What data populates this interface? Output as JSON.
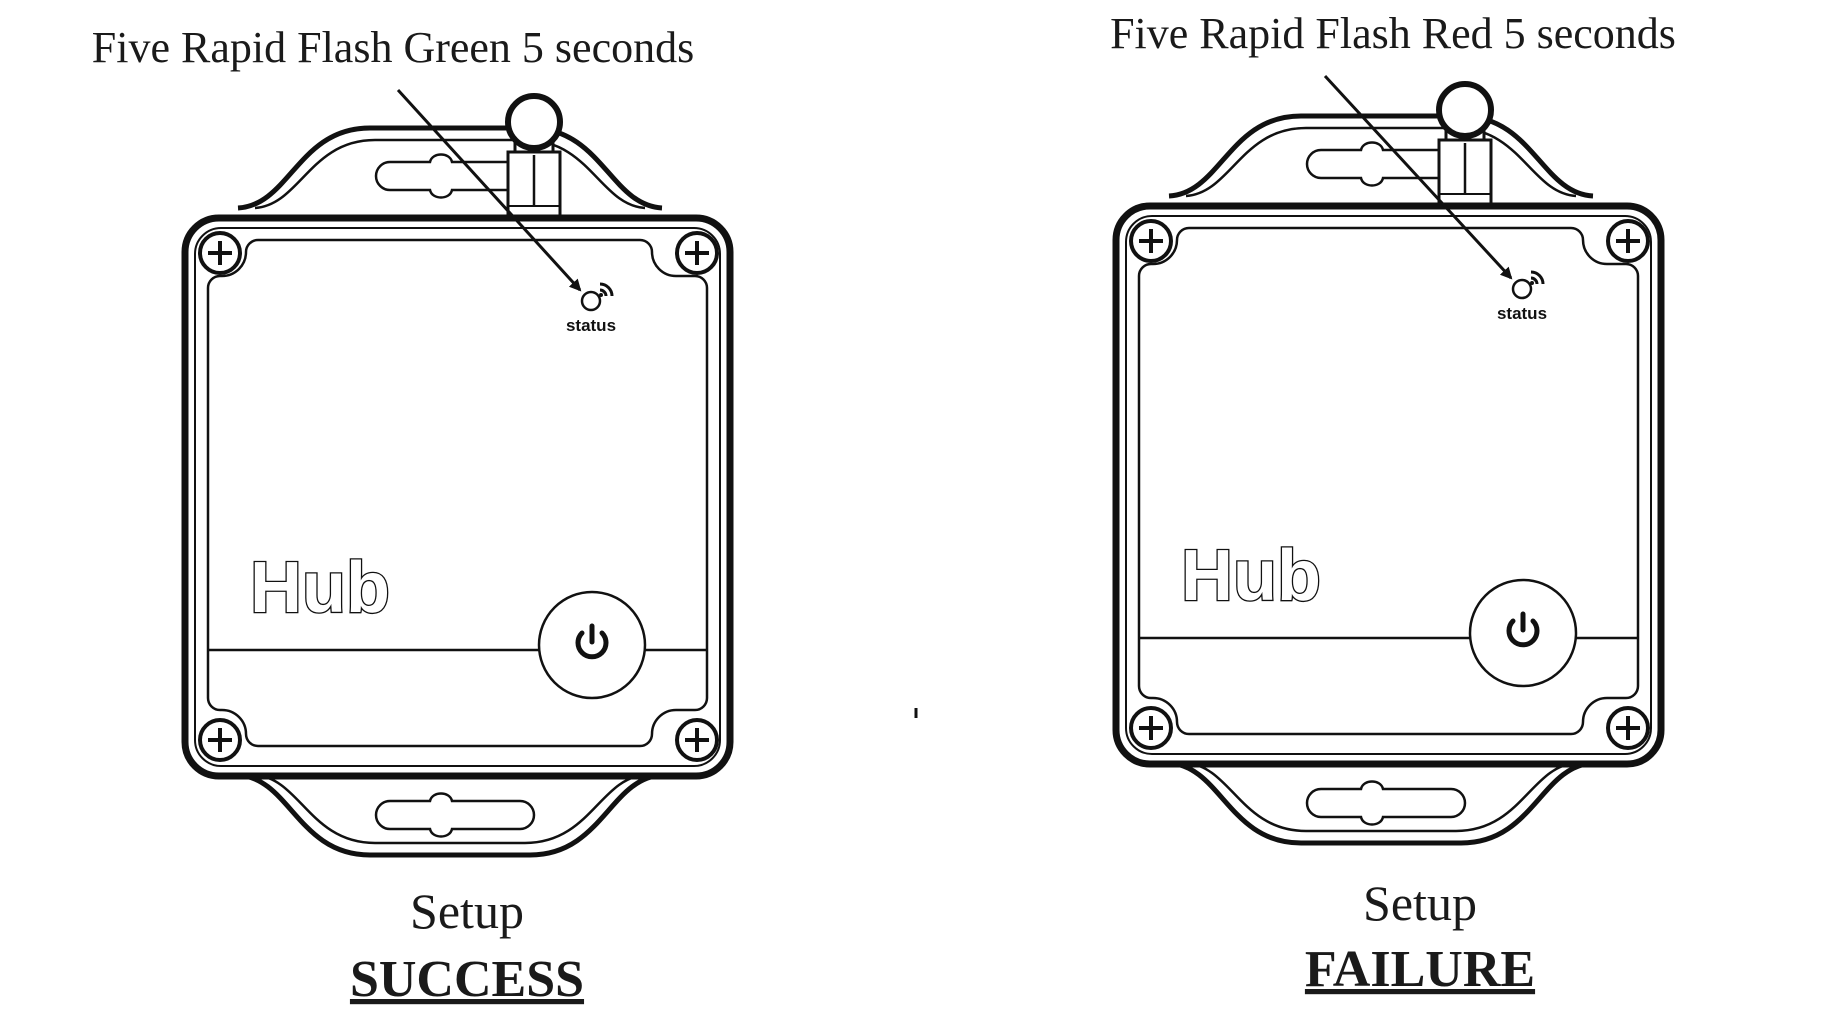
{
  "panels": [
    {
      "annotation": "Five Rapid Flash Green 5 seconds",
      "status_label": "status",
      "device_name": "Hub",
      "caption_line1": "Setup",
      "caption_line2": "SUCCESS"
    },
    {
      "annotation": "Five Rapid Flash Red 5 seconds",
      "status_label": "status",
      "device_name": "Hub",
      "caption_line1": "Setup",
      "caption_line2": "FAILURE"
    }
  ],
  "icons": {
    "power": "power-icon",
    "wifi": "wifi-signal-icon",
    "screw": "screw-icon",
    "antenna": "antenna-icon",
    "arrow": "arrow-icon"
  }
}
